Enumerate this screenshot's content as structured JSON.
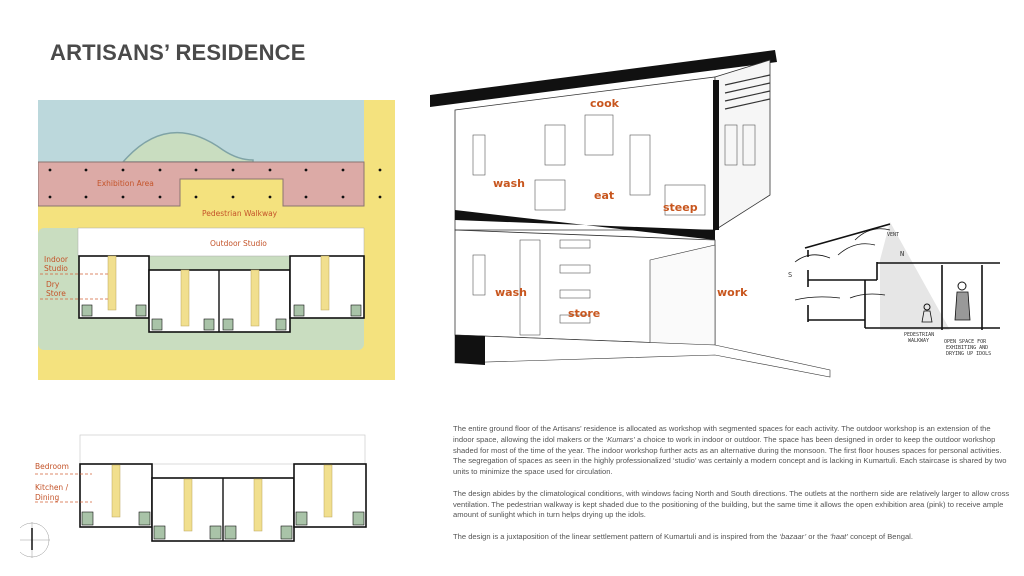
{
  "title": "ARTISANS’ RESIDENCE",
  "site_plan": {
    "labels": {
      "exhibition_area": "Exhibition Area",
      "pedestrian_walkway": "Pedestrian Walkway",
      "outdoor_studio": "Outdoor Studio",
      "indoor_studio_1": "Indoor",
      "indoor_studio_2": "Studio",
      "dry_store_1": "Dry",
      "dry_store_2": "Store"
    },
    "colors": {
      "water": "#bcd8dc",
      "exhibition": "#dcaaa6",
      "walkway": "#f4e27e",
      "green": "#c9ddc0",
      "stair": "#f1df8e"
    }
  },
  "first_floor_plan": {
    "labels": {
      "bedroom": "Bedroom",
      "kitchen_1": "Kitchen /",
      "kitchen_2": "Dining"
    }
  },
  "section": {
    "labels": {
      "cook": "cook",
      "wash_upper": "wash",
      "eat": "eat",
      "sleep": "steep",
      "wash_lower": "wash",
      "store": "store",
      "work": "work"
    },
    "accent": "#c8561e"
  },
  "climate_sketch": {
    "labels": {
      "vent": "VENT",
      "north": "N",
      "south": "S",
      "walkway_1": "PEDESTRIAN",
      "walkway_2": "WALKWAY",
      "open_1": "OPEN SPACE FOR",
      "open_2": "EXHIBITING AND",
      "open_3": "DRYING UP IDOLS"
    }
  },
  "description": {
    "p1_a": "The entire ground floor of the Artisans’ residence is allocated as workshop with segmented spaces for each activity. The outdoor workshop is an extension of the indoor space, allowing the idol makers or the ",
    "p1_kumars": "‘Kumars’",
    "p1_b": " a choice to work in indoor or outdoor. The space has been designed in order to keep the outdoor workshop shaded for most of the time of the year. The indoor workshop further acts as an alternative during the monsoon. The first floor houses spaces for personal activities. The segregation of spaces as seen in the highly professionalized ‘studio’ was certainly a modern concept and is lacking in Kumartuli. Each staircase is shared by two units to minimize the space used for circulation.",
    "p2": "The design abides by the climatological conditions, with windows facing North and South directions. The outlets at the northern side are relatively larger to allow cross ventilation. The pedestrian walkway is kept shaded due to the positioning of the building, but the same time it allows the open exhibition area (pink) to receive ample amount of sunlight which in turn helps drying up the idols.",
    "p3_a": "The design is a juxtaposition of the linear settlement pattern of Kumartuli and is inspired from the ",
    "p3_bazaar": "‘bazaar’",
    "p3_b": " or the ",
    "p3_haat": "‘haat’",
    "p3_c": " concept of Bengal."
  }
}
